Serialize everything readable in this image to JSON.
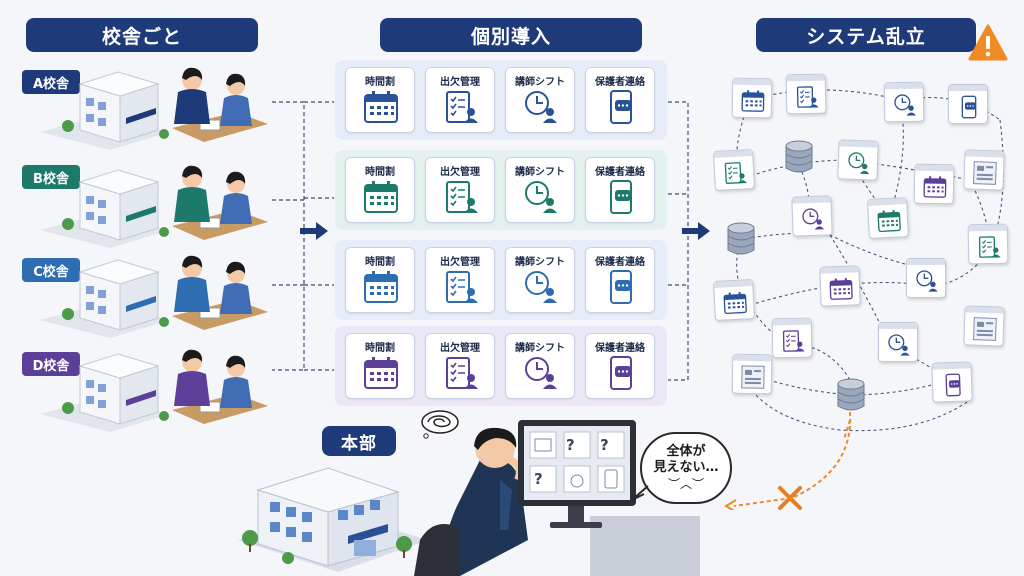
{
  "headers": {
    "per_campus": "校舎ごと",
    "individual": "個別導入",
    "chaos": "システム乱立"
  },
  "campuses": [
    {
      "label": "A校舎",
      "color": "#1f3a78"
    },
    {
      "label": "B校舎",
      "color": "#1d7a6a"
    },
    {
      "label": "C校舎",
      "color": "#2f6db3"
    },
    {
      "label": "D校舎",
      "color": "#5b3f98"
    }
  ],
  "app_rows": [
    {
      "accent": "#2a5298",
      "panel": "#e6edf8",
      "apps": [
        "時間割",
        "出欠管理",
        "講師シフト",
        "保護者連絡"
      ]
    },
    {
      "accent": "#1d7a6a",
      "panel": "#e3f2ee",
      "apps": [
        "時間割",
        "出欠管理",
        "講師シフト",
        "保護者連絡"
      ]
    },
    {
      "accent": "#2f6db3",
      "panel": "#e6edf8",
      "apps": [
        "時間割",
        "出欠管理",
        "講師シフト",
        "保護者連絡"
      ]
    },
    {
      "accent": "#5b3f98",
      "panel": "#ece7f6",
      "apps": [
        "時間割",
        "出欠管理",
        "講師シフト",
        "保護者連絡"
      ]
    }
  ],
  "headquarters": {
    "label": "本部",
    "thought_line1": "全体が",
    "thought_line2": "見えない…",
    "thought_face": "︶︿︶"
  },
  "monitor_marks": [
    "?",
    "?",
    "?"
  ],
  "colors": {
    "navy": "#1f3a78",
    "warning": "#f08a24",
    "cross": "#e67e22"
  }
}
